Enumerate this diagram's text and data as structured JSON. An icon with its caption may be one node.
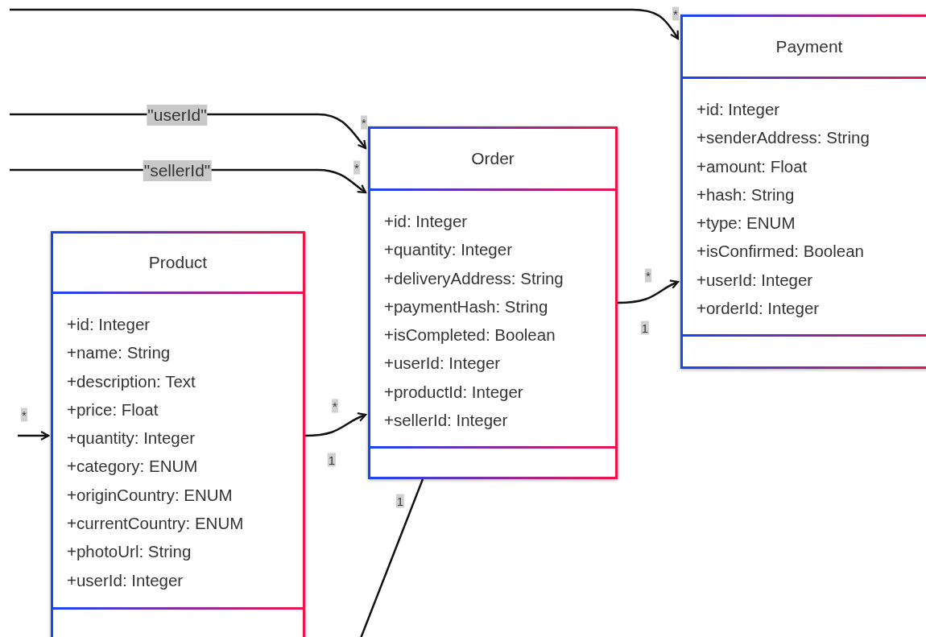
{
  "diagram": {
    "nodes": [
      {
        "text": [
          "Payment",
          "+id: Integer",
          "+senderAddress: String",
          "+amount: Float",
          "+hash: String",
          "+type: ENUM",
          "+isConfirmed: Boolean",
          "+userId: Integer",
          "+orderId: Integer"
        ]
      },
      {
        "text": [
          "Order",
          "+id: Integer",
          "+quantity: Integer",
          "+deliveryAddress: String",
          "+paymentHash: String",
          "+isCompleted: Boolean",
          "+userId: Integer",
          "+productId: Integer",
          "+sellerId: Integer"
        ]
      },
      {
        "text": [
          "Product",
          "+id: Integer",
          "+name: String",
          "+description: Text",
          "+price: Float",
          "+quantity: Integer",
          "+category: ENUM",
          "+originCountry: ENUM",
          "+currentCountry: ENUM",
          "+photoUrl: String",
          "+userId: Integer"
        ]
      }
    ],
    "edges": [
      {
        "from": null,
        "to": 0,
        "arrow": "to"
      },
      {
        "from": null,
        "to": 1,
        "arrow": "to",
        "label": "\"userId\""
      },
      {
        "from": null,
        "to": 1,
        "arrow": "to",
        "label": "\"sellerId\""
      },
      {
        "from": null,
        "to": 2,
        "arrow": "to"
      },
      {
        "from": 1,
        "to": 0,
        "arrow": "to"
      },
      {
        "from": 2,
        "to": 1,
        "arrow": "to"
      },
      {
        "from": 1,
        "to": null,
        "arrow": "none"
      }
    ],
    "labels": [
      "*",
      "*",
      "*",
      "*",
      "1",
      "*",
      "*",
      "1",
      "1"
    ]
  }
}
